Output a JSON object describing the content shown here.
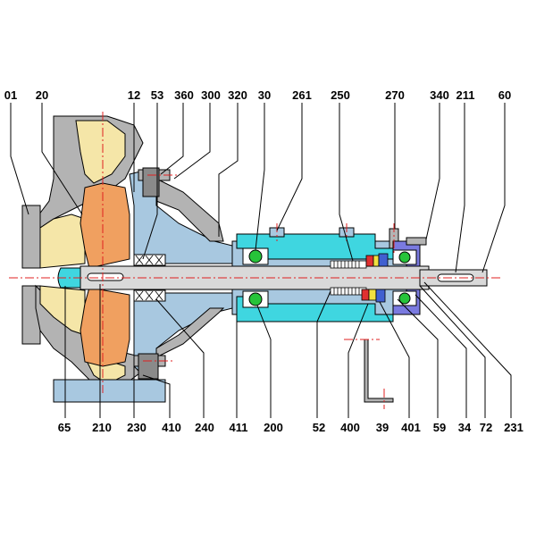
{
  "colors": {
    "casing": "#b3b3b3",
    "impeller": "#f0a060",
    "volute": "#f5e6a8",
    "bearing_housing": "#a8c8e0",
    "bearing_cover": "#3fd6e0",
    "o_ring": "#27c43a",
    "shaft": "#d9d9d9",
    "seal_red": "#e03030",
    "seal_yellow": "#f0e040",
    "seal_blue": "#4060d0",
    "end_cover": "#7a7ae0",
    "centerline": "#e02020",
    "leader": "#000000"
  },
  "top_labels": [
    {
      "id": "01",
      "text": "01"
    },
    {
      "id": "20",
      "text": "20"
    },
    {
      "id": "12",
      "text": "12"
    },
    {
      "id": "53",
      "text": "53"
    },
    {
      "id": "360",
      "text": "360"
    },
    {
      "id": "300",
      "text": "300"
    },
    {
      "id": "320",
      "text": "320"
    },
    {
      "id": "30",
      "text": "30"
    },
    {
      "id": "261",
      "text": "261"
    },
    {
      "id": "250",
      "text": "250"
    },
    {
      "id": "270",
      "text": "270"
    },
    {
      "id": "340",
      "text": "340"
    },
    {
      "id": "211",
      "text": "211"
    },
    {
      "id": "60",
      "text": "60"
    }
  ],
  "bottom_labels": [
    {
      "id": "65",
      "text": "65"
    },
    {
      "id": "210",
      "text": "210"
    },
    {
      "id": "230",
      "text": "230"
    },
    {
      "id": "410",
      "text": "410"
    },
    {
      "id": "240",
      "text": "240"
    },
    {
      "id": "411",
      "text": "411"
    },
    {
      "id": "200",
      "text": "200"
    },
    {
      "id": "52",
      "text": "52"
    },
    {
      "id": "400",
      "text": "400"
    },
    {
      "id": "39",
      "text": "39"
    },
    {
      "id": "401",
      "text": "401"
    },
    {
      "id": "59",
      "text": "59"
    },
    {
      "id": "34",
      "text": "34"
    },
    {
      "id": "72",
      "text": "72"
    },
    {
      "id": "231",
      "text": "231"
    }
  ]
}
